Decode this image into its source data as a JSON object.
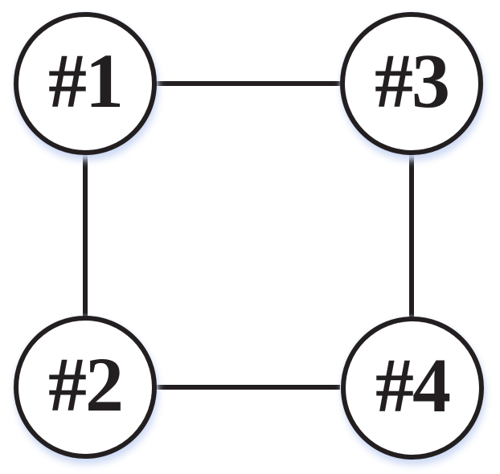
{
  "diagram": {
    "type": "network-graph",
    "background_color": "#ffffff",
    "stroke_color": "#231f20",
    "node_fill_color": "#ffffff",
    "shadow_color": "#cbd8f3",
    "nodes": [
      {
        "id": "node-1",
        "label": "#1",
        "position": "top-left"
      },
      {
        "id": "node-2",
        "label": "#2",
        "position": "bottom-left"
      },
      {
        "id": "node-3",
        "label": "#3",
        "position": "top-right"
      },
      {
        "id": "node-4",
        "label": "#4",
        "position": "bottom-right"
      }
    ],
    "edges": [
      {
        "from": "#1",
        "to": "#3",
        "orientation": "horizontal-top"
      },
      {
        "from": "#2",
        "to": "#4",
        "orientation": "horizontal-bottom"
      },
      {
        "from": "#1",
        "to": "#2",
        "orientation": "vertical-left"
      },
      {
        "from": "#3",
        "to": "#4",
        "orientation": "vertical-right"
      }
    ]
  }
}
